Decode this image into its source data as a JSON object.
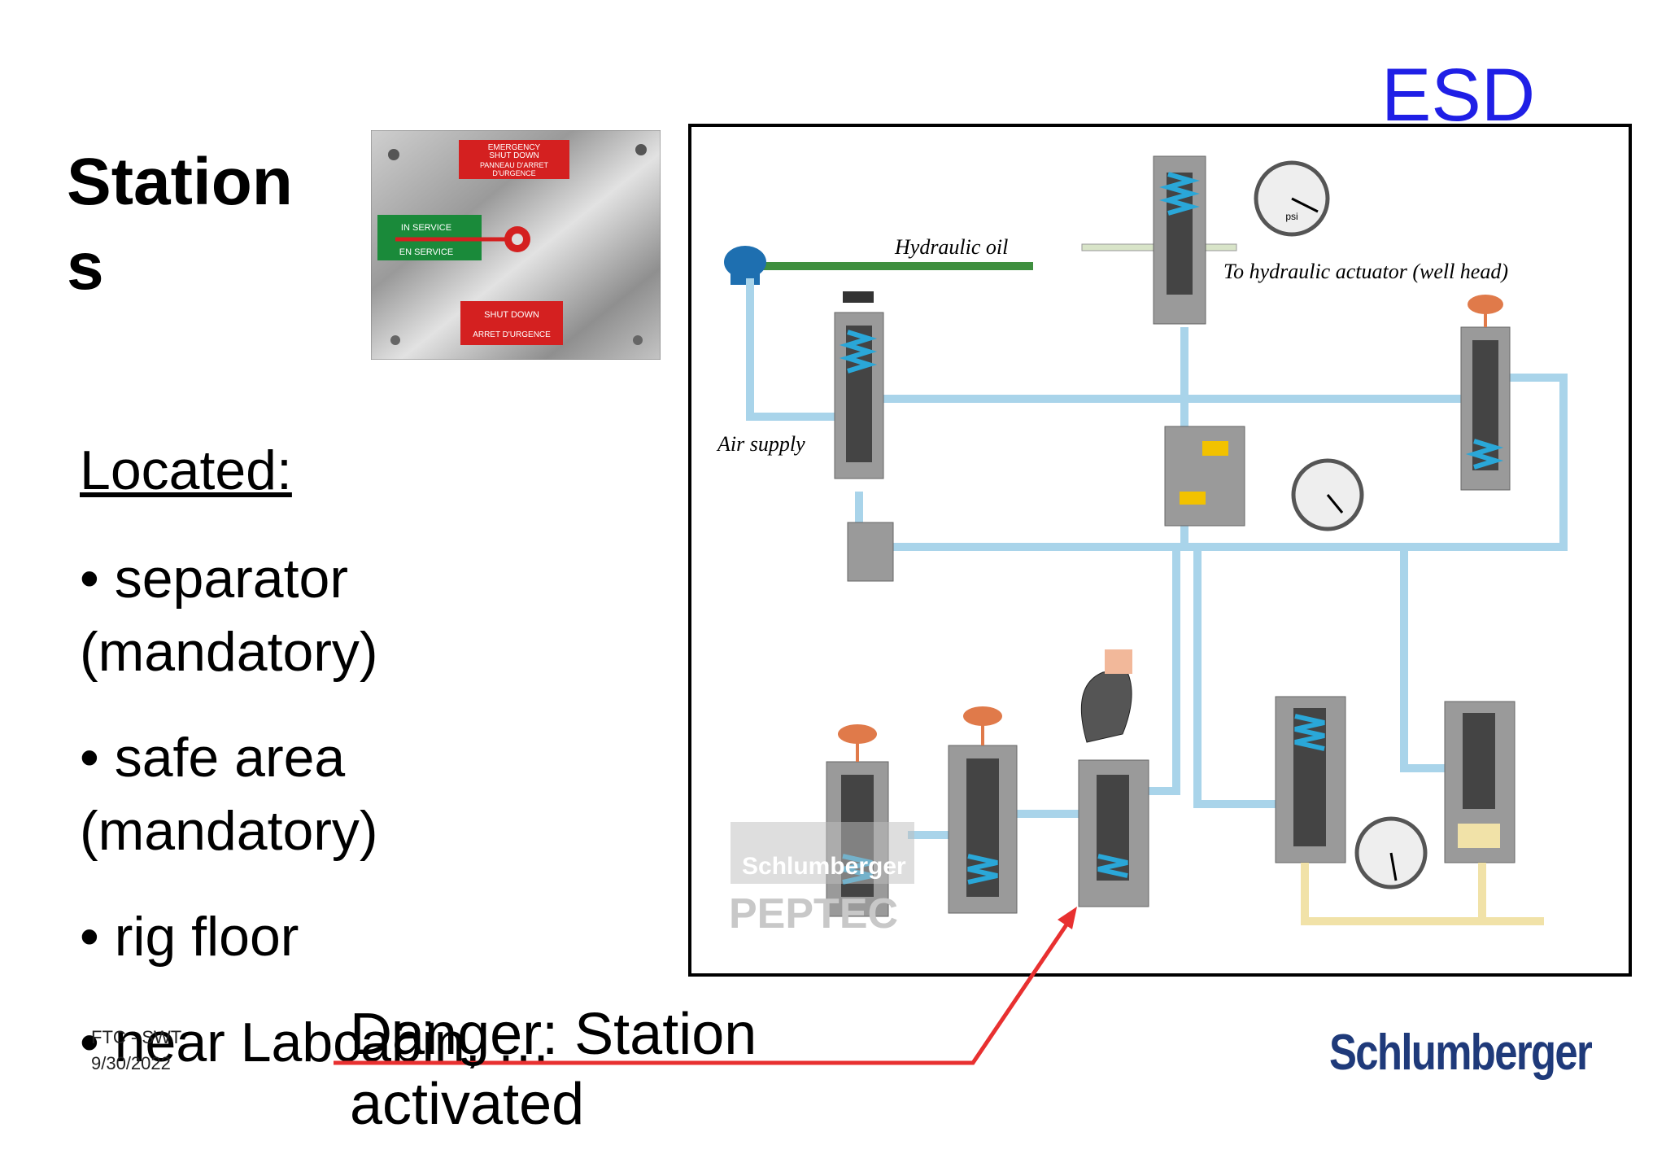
{
  "slide": {
    "title": "Station\ns",
    "esd_title": "ESD",
    "located_heading": "Located:",
    "bullets": [
      "• separator (mandatory)",
      "• safe area (mandatory)",
      "• rig floor",
      "• near Labcabin, …"
    ],
    "footer_id": "FTC - SWT",
    "footer_date": "9/30/2022",
    "danger_label": "Danger: Station activated",
    "brand": "Schlumberger"
  },
  "panel_photo": {
    "emergency_sign": [
      "EMERGENCY",
      "SHUT DOWN",
      "PANNEAU D'ARRET",
      "D'URGENCE"
    ],
    "in_service_sign": [
      "IN SERVICE",
      "EN SERVICE"
    ],
    "shutdown_sign": [
      "SHUT DOWN",
      "ARRET D'URGENCE"
    ]
  },
  "diagram": {
    "hydraulic_oil_label": "Hydraulic oil",
    "actuator_label": "To hydraulic actuator (well head)",
    "air_supply_label": "Air supply",
    "watermark_1": "Schlumberger",
    "watermark_2": "PEPTEC",
    "gauge_text": "psi"
  },
  "colors": {
    "esd_blue": "#1f1fe6",
    "air_line": "#a9d4ea",
    "hydraulic_line": "#3f8f3f",
    "spring": "#2aa7d8",
    "pushbutton": "#e07a4a",
    "arrow": "#e83030",
    "sign_red": "#d42020",
    "sign_green": "#1a8a3a",
    "brand_blue": "#1f3a7a"
  }
}
